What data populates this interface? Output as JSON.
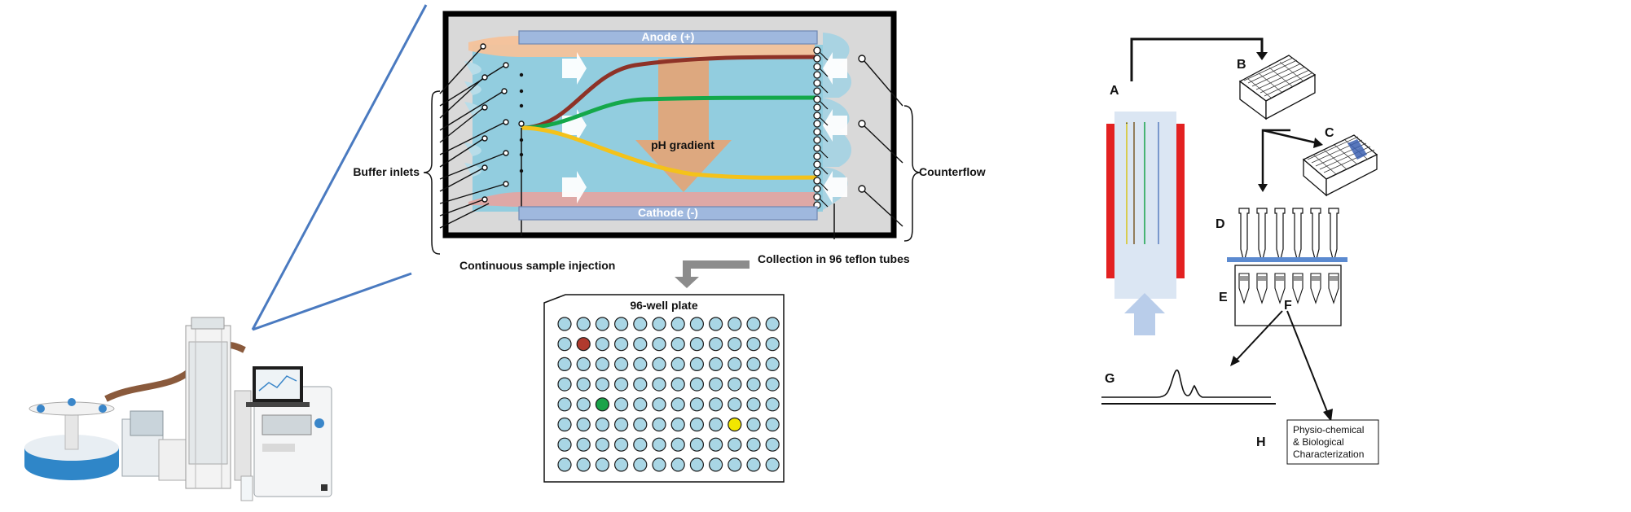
{
  "ffe": {
    "anode_label": "Anode (+)",
    "cathode_label": "Cathode (-)",
    "ph_gradient_label": "pH gradient",
    "buffer_inlets_label": "Buffer inlets",
    "counterflow_label": "Counterflow",
    "sample_injection_label": "Continuous sample injection",
    "collection_label": "Collection in 96 teflon tubes"
  },
  "plate": {
    "title": "96-well plate",
    "rows": 8,
    "cols": 12,
    "well_color": "#a9d6e5",
    "highlighted_wells": [
      {
        "row": 2,
        "col": 2,
        "color": "#b03a2e"
      },
      {
        "row": 5,
        "col": 3,
        "color": "#1aa34a"
      },
      {
        "row": 6,
        "col": 10,
        "color": "#f2e600"
      }
    ]
  },
  "workflow": {
    "label_a": "A",
    "label_b": "B",
    "label_c": "C",
    "label_d": "D",
    "label_e": "E",
    "label_f": "F",
    "label_g": "G",
    "label_h": "H",
    "characterization_line1": "Physio-chemical",
    "characterization_line2": "& Biological",
    "characterization_line3": "Characterization"
  },
  "colors": {
    "chamber_fill": "#92cddf",
    "anode_bar": "#9fb8de",
    "anode_stream": "#f6c29a",
    "cathode_stream": "#e3a5a2",
    "gradient_arrow": "#e6a474",
    "red_stream": "#8e3227",
    "green_stream": "#14a84a",
    "yellow_stream": "#f4c21a",
    "electrode_red": "#e32121"
  }
}
